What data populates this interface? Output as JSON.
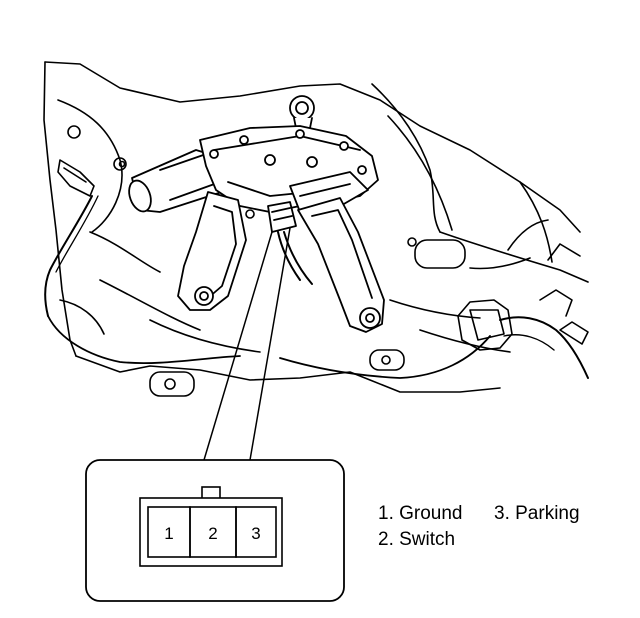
{
  "connector": {
    "pins": [
      "1",
      "2",
      "3"
    ]
  },
  "legend": {
    "items": [
      "1. Ground",
      "2. Switch",
      "3. Parking"
    ]
  }
}
